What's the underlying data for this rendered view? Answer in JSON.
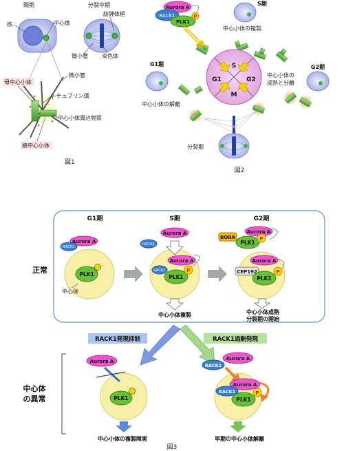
{
  "fig1": {
    "label_interphase": "間期",
    "label_metaphase": "分裂中期",
    "label_nucleus": "核",
    "label_centrosome": "中心体",
    "label_spindle_pole": "紡錘体極",
    "label_microtubule_a": "微小管",
    "label_chromosome": "染色体",
    "label_microtubule_b": "微小管",
    "label_mother_centriole": "母中心小体",
    "label_gamma_tubulin": "γ-チュブリン環",
    "label_pcm": "中心小体周辺物質",
    "label_daughter_centriole": "娘中心小体",
    "caption": "図1"
  },
  "fig2": {
    "aurora": "Aurora A",
    "rack1": "RACK1",
    "plk1": "PLK1",
    "p": "P",
    "s_phase_title": "S期",
    "s_phase_desc": "中心小体の複製",
    "g1_phase_title": "G1期",
    "g1_phase_desc": "中心小体の解離",
    "g2_phase_title": "G2期",
    "g2_phase_desc_1": "中心小体の",
    "g2_phase_desc_2": "成熟と分離",
    "cycle_s": "S",
    "cycle_g1": "G1",
    "cycle_g2": "G2",
    "cycle_m": "M",
    "mitosis": "分裂期",
    "caption": "図2"
  },
  "fig3": {
    "col_g1": "G1期",
    "col_s": "S期",
    "col_g2": "G2期",
    "row_normal": "正常",
    "centrosome": "中心体",
    "aurora": "Aurora A",
    "rack1": "RACK1",
    "plk1": "PLK1",
    "bora": "BORA",
    "cep192": "CEP192",
    "p": "P",
    "result_s": "中心小体複製",
    "result_g2_1": "中心小体成熟",
    "result_g2_2": "分裂期の開始",
    "branch_knockdown": "RACK1発現抑制",
    "branch_overexpression": "RACK1過剰発現",
    "row_abnormal_1": "中心体",
    "row_abnormal_2": "の異常",
    "result_knockdown": "中心小体の複製障害",
    "result_overexpression": "早期の中心小体解離",
    "caption": "図3"
  },
  "colors": {
    "aurora": "#ee55cc",
    "rack1": "#3a7fd0",
    "plk1": "#66c033",
    "p_badge": "#f5d800",
    "centrosome_fill": "#f7f0a8",
    "knockdown_bar": "#aac4ee",
    "overexpression_bar": "#b9e0a0",
    "panel_border": "#6b8fc2"
  }
}
